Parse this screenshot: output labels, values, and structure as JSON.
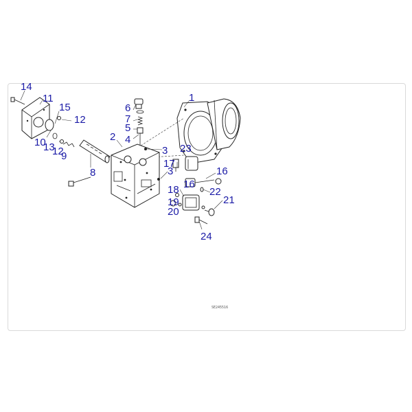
{
  "diagram": {
    "callouts": [
      {
        "id": "c14a",
        "text": "14"
      },
      {
        "id": "c11",
        "text": "11"
      },
      {
        "id": "c15",
        "text": "15"
      },
      {
        "id": "c12a",
        "text": "12"
      },
      {
        "id": "c10",
        "text": "10"
      },
      {
        "id": "c13",
        "text": "13"
      },
      {
        "id": "c12b",
        "text": "12"
      },
      {
        "id": "c9",
        "text": "9"
      },
      {
        "id": "c8",
        "text": "8"
      },
      {
        "id": "c2",
        "text": "2"
      },
      {
        "id": "c6",
        "text": "6"
      },
      {
        "id": "c7",
        "text": "7"
      },
      {
        "id": "c5",
        "text": "5"
      },
      {
        "id": "c4",
        "text": "4"
      },
      {
        "id": "c1",
        "text": "1"
      },
      {
        "id": "c3a",
        "text": "3"
      },
      {
        "id": "c23",
        "text": "23"
      },
      {
        "id": "c17",
        "text": "17"
      },
      {
        "id": "c3b",
        "text": "3"
      },
      {
        "id": "c16a",
        "text": "16"
      },
      {
        "id": "c16b",
        "text": "16"
      },
      {
        "id": "c22",
        "text": "22"
      },
      {
        "id": "c18",
        "text": "18"
      },
      {
        "id": "c21",
        "text": "21"
      },
      {
        "id": "c19",
        "text": "19"
      },
      {
        "id": "c20",
        "text": "20"
      },
      {
        "id": "c24",
        "text": "24"
      }
    ],
    "drawing_code": "SE245516"
  }
}
